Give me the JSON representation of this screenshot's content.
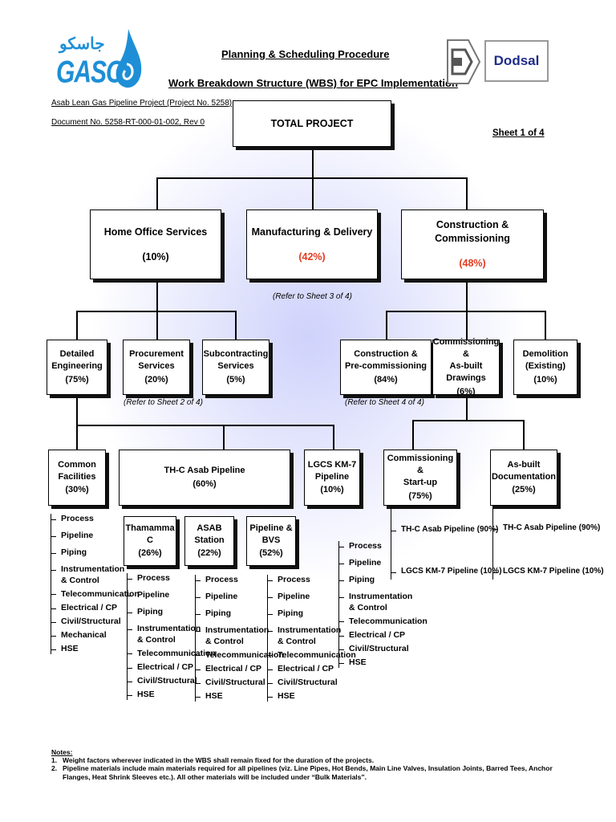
{
  "header": {
    "logo_arabic": "جاسكو",
    "logo_text": "GASCO",
    "title_line1": "Planning & Scheduling Procedure",
    "title_line2": "Work Breakdown Structure (WBS) for EPC Implementation",
    "project": "Asab Lean Gas Pipeline Project (Project No. 5258)",
    "document": "Document No. 5258-RT-000-01-002, Rev 0",
    "sheet": "Sheet 1 of 4",
    "right_logo_text": "Dodsal"
  },
  "root": {
    "label": "TOTAL PROJECT"
  },
  "level1": [
    {
      "label": "Home Office Services",
      "pct": "(10%)"
    },
    {
      "label": "Manufacturing & Delivery",
      "pct": "(42%)"
    },
    {
      "label": "Construction & Commissioning",
      "pct": "(48%)"
    }
  ],
  "refs": {
    "sheet3": "(Refer to Sheet 3 of 4)",
    "sheet2": "(Refer to Sheet 2 of 4)",
    "sheet4": "(Refer to Sheet 4 of 4)"
  },
  "level2": [
    {
      "l1": "Detailed",
      "l2": "Engineering",
      "pct": "(75%)"
    },
    {
      "l1": "Procurement",
      "l2": "Services",
      "pct": "(20%)"
    },
    {
      "l1": "Subcontracting",
      "l2": "Services",
      "pct": "(5%)"
    },
    {
      "l1": "Construction &",
      "l2": "Pre-commissioning",
      "pct": "(84%)"
    },
    {
      "l1": "Commissioning &",
      "l2": "As-built Drawings",
      "pct": "(6%)"
    },
    {
      "l1": "Demolition",
      "l2": "(Existing)",
      "pct": "(10%)"
    }
  ],
  "level3": [
    {
      "l1": "Common",
      "l2": "Facilities",
      "pct": "(30%)"
    },
    {
      "l1": "TH-C Asab Pipeline",
      "l2": "",
      "pct": "(60%)"
    },
    {
      "l1": "LGCS KM-7",
      "l2": "Pipeline",
      "pct": "(10%)"
    },
    {
      "l1": "Commissioning &",
      "l2": "Start-up",
      "pct": "(75%)"
    },
    {
      "l1": "As-built",
      "l2": "Documentation",
      "pct": "(25%)"
    }
  ],
  "level4": [
    {
      "l1": "Thamamma",
      "l2": "C",
      "pct": "(26%)"
    },
    {
      "l1": "ASAB",
      "l2": "Station",
      "pct": "(22%)"
    },
    {
      "l1": "Pipeline &",
      "l2": "BVS",
      "pct": "(52%)"
    }
  ],
  "lists": {
    "common": [
      "Process",
      "Pipeline",
      "Piping",
      "Instrumentation & Control",
      "Telecommunication",
      "Electrical / CP",
      "Civil/Structural",
      "Mechanical",
      "HSE"
    ],
    "thamamma": [
      "Process",
      "Pipeline",
      "Piping",
      "Instrumentation & Control",
      "Telecommunication",
      "Electrical / CP",
      "Civil/Structural",
      "HSE"
    ],
    "asab": [
      "Process",
      "Pipeline",
      "Piping",
      "Instrumentation & Control",
      "Telecommunication",
      "Electrical / CP",
      "Civil/Structural",
      "HSE"
    ],
    "bvs": [
      "Process",
      "Pipeline",
      "Piping",
      "Instrumentation & Control",
      "Telecommunication",
      "Electrical / CP",
      "Civil/Structural",
      "HSE"
    ],
    "lgcs": [
      "Process",
      "Pipeline",
      "Piping",
      "Instrumentation & Control",
      "Telecommunication",
      "Electrical / CP",
      "Civil/Structural",
      "HSE"
    ],
    "commissioning": [
      "TH-C Asab Pipeline (90%)",
      "LGCS KM-7 Pipeline (10%)"
    ],
    "asbuilt": [
      "TH-C Asab Pipeline (90%)",
      "LGCS KM-7 Pipeline (10%)"
    ]
  },
  "notes": {
    "heading": "Notes:",
    "items": [
      {
        "num": "1.",
        "text": "Weight factors wherever indicated in the WBS shall remain fixed for the duration of the projects."
      },
      {
        "num": "2.",
        "text": "Pipeline materials include main materials required for all pipelines (viz. Line Pipes, Hot Bends, Main Line Valves, Insulation Joints, Barred Tees, Anchor Flanges, Heat Shrink Sleeves etc.). All other materials will be included under “Bulk Materials”."
      }
    ]
  },
  "colors": {
    "highlight": "#e53a1e",
    "logo_blue": "#1e8fd6",
    "dodsal_blue": "#1f2c8a"
  }
}
